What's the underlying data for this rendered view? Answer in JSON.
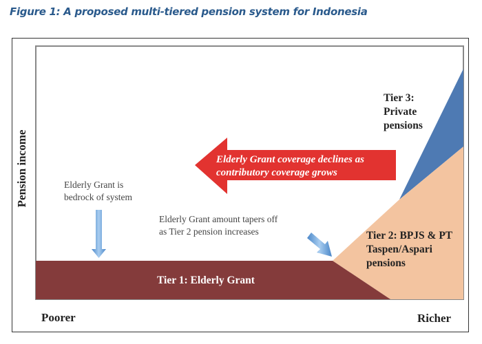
{
  "title": "Figure 1: A proposed multi-tiered pension system for Indonesia",
  "diagram": {
    "y_axis_label": "Pension income",
    "x_axis_left": "Poorer",
    "x_axis_right": "Richer",
    "tier1": "Tier 1: Elderly Grant",
    "tier2": [
      "Tier 2: BPJS & PT",
      "Taspen/Aspari",
      "pensions"
    ],
    "tier3": [
      "Tier 3:",
      "Private",
      "pensions"
    ],
    "bedrock_note": [
      "Elderly Grant is",
      "bedrock of system"
    ],
    "taper_note": [
      "Elderly Grant amount tapers off",
      "as Tier 2 pension increases"
    ],
    "arrow_text": [
      "Elderly Grant coverage declines as",
      "contributory coverage grows"
    ],
    "colors": {
      "tier1": "#843b3b",
      "tier2": "#f3c4a0",
      "tier3": "#4e7ab3",
      "arrow": "#e23330",
      "title": "#2a5a8c"
    }
  }
}
